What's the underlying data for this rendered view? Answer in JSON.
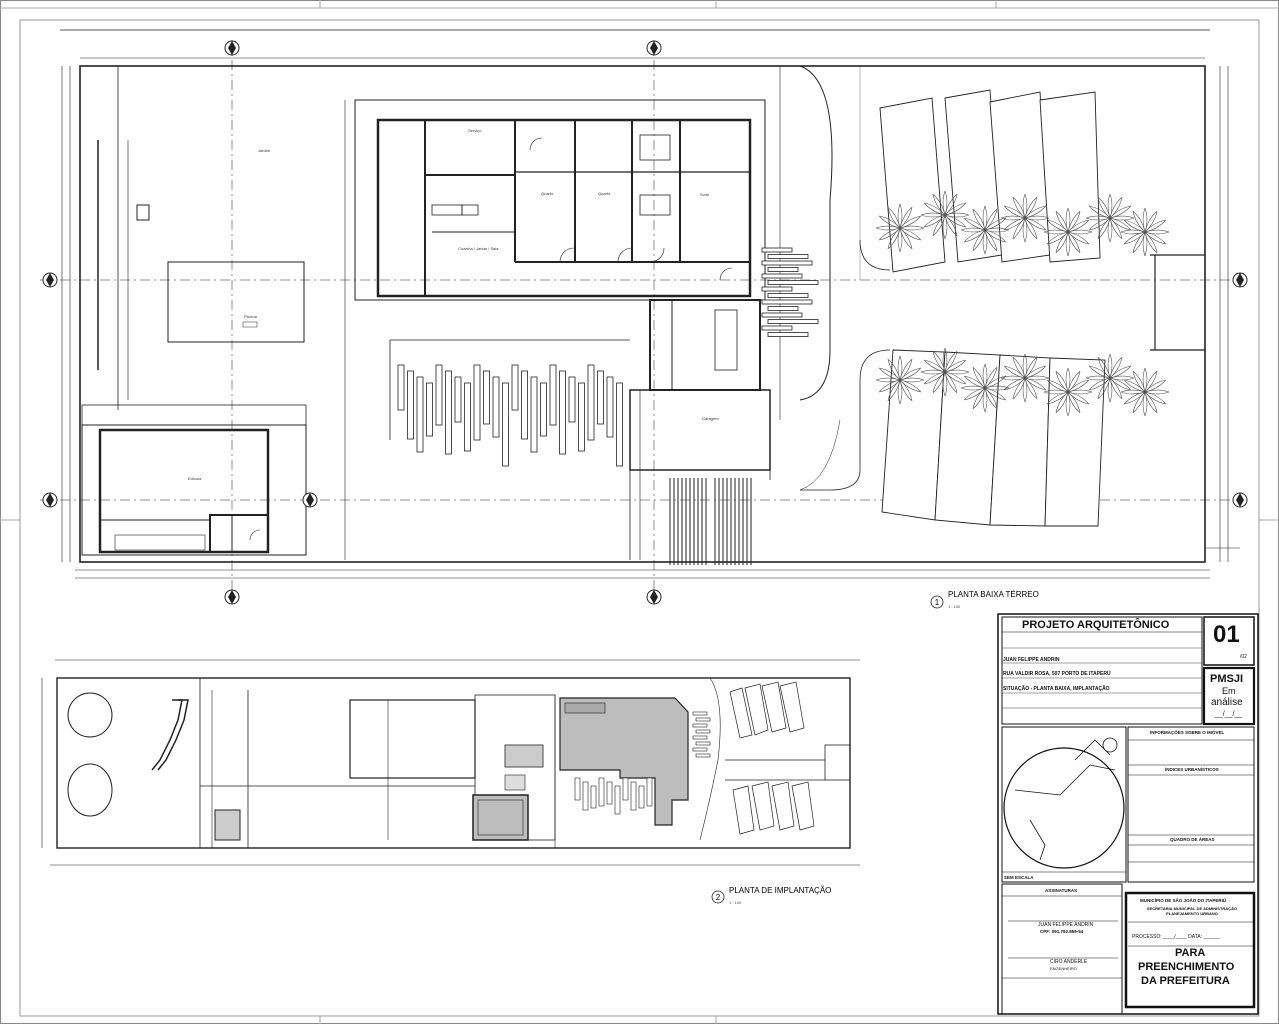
{
  "drawing": {
    "plan1_title": "PLANTA BAIXA TÉRREO",
    "plan1_scale": "1 : 100",
    "plan1_number": "1",
    "plan2_title": "PLANTA DE IMPLANTAÇÃO",
    "plan2_scale": "1 : 100",
    "plan2_number": "2",
    "room_labels": {
      "garage": "Garagem",
      "bedroom1": "Quarto",
      "bedroom2": "Quarto",
      "suite": "Suíte",
      "kitchen": "Cozinha / Jantar / Sala",
      "service": "Serviço",
      "leisure": "Edícula",
      "pool": "Piscina",
      "garden": "Jardim"
    }
  },
  "title_block": {
    "heading": "PROJETO ARQUITETÔNICO",
    "sheet_number": "01",
    "sheet_total": "/02",
    "owner": "JUAN FELIPPE ANDRIN",
    "address": "RUA VALDIR ROSA, 507 PORTO DE ITAPERÚ",
    "situation": "SITUAÇÃO - PLANTA BAIXA, IMPLANTAÇÃO",
    "pmsji": "PMSJI",
    "status_line1": "Em",
    "status_line2": "análise",
    "status_date": "__/__/__",
    "info_header": "INFORMAÇÕES SOBRE O IMÓVEL",
    "urban_header": "ÍNDICES URBANÍSTICOS",
    "areas_header": "QUADRO DE ÁREAS",
    "no_scale": "SEM ESCALA",
    "signatures_header": "ASSINATURAS",
    "signer_name": "JUAN FELIPPE ANDRIN",
    "signer_cpf": "CPF: 091.792.859-54",
    "author_name": "CIRO ANDERLE",
    "author_role": "ENGENHEIRO",
    "municipality": "MUNICÍPIO DE SÃO JOÃO DO ITAPERIÚ",
    "secretariat": "SECRETARIA MUNICIPAL DE ADMINISTRAÇÃO PLANEJAMENTO URBANO",
    "process_line": "PROCESSO: ____/____ DATA: ______",
    "para_line1": "PARA",
    "para_line2": "PREENCHIMENTO",
    "para_line3": "DA PREFEITURA"
  }
}
